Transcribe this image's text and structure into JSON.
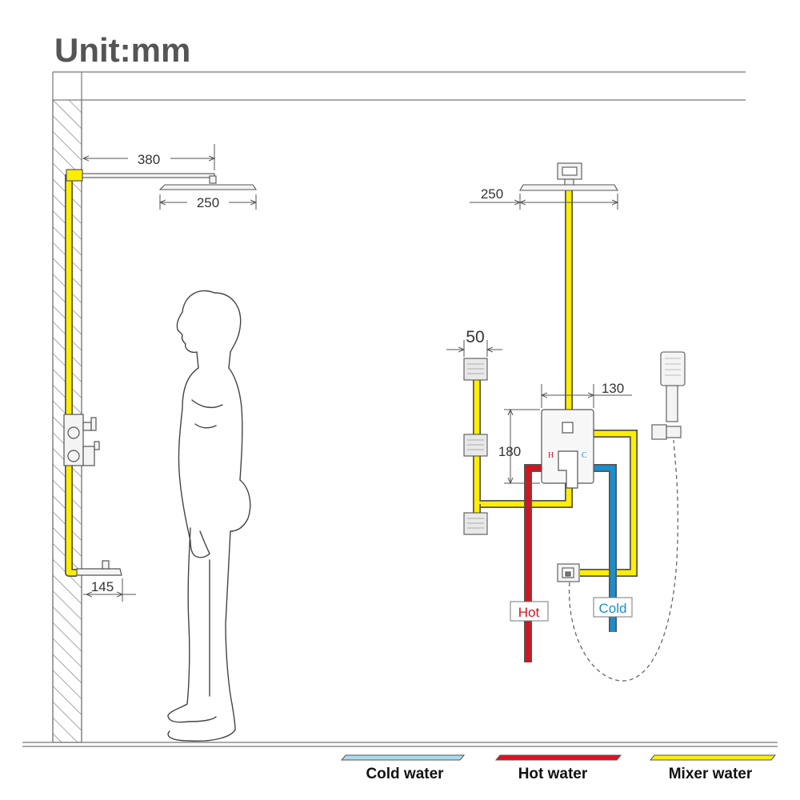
{
  "title": "Unit:mm",
  "dimensions": {
    "arm_length": "380",
    "head_width_left": "250",
    "spout_length": "145",
    "head_width_right": "250",
    "body_jet_width": "50",
    "valve_width": "130",
    "valve_height": "180"
  },
  "valve_marks": {
    "hot": "H",
    "cold": "C"
  },
  "supply_labels": {
    "hot": "Hot",
    "cold": "Cold"
  },
  "legend": [
    {
      "label": "Cold water",
      "color": "#a8dcf0"
    },
    {
      "label": "Hot water",
      "color": "#e01020"
    },
    {
      "label": "Mixer water",
      "color": "#ffee00"
    }
  ],
  "colors": {
    "cold_pipe": "#1a8ed0",
    "hot_pipe": "#d4141f",
    "mixer_pipe": "#ffee00",
    "pipe_outline": "#555555"
  }
}
